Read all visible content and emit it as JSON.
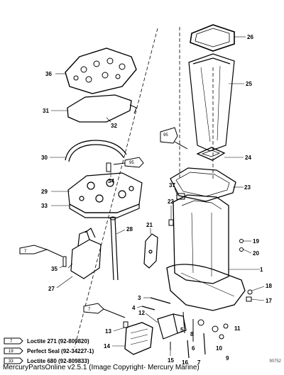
{
  "callouts": [
    "1",
    "3",
    "4",
    "5",
    "6",
    "7",
    "8",
    "9",
    "10",
    "11",
    "12",
    "13",
    "14",
    "15",
    "16",
    "17",
    "18",
    "19",
    "20",
    "21",
    "22",
    "23",
    "24",
    "25",
    "26",
    "27",
    "28",
    "29",
    "30",
    "31",
    "32",
    "33",
    "34",
    "35",
    "36",
    "37"
  ],
  "tube_labels": [
    "7",
    "95",
    "95",
    "7",
    "19"
  ],
  "legend": [
    {
      "code": "7",
      "text": "Loctite 271 (92-809820)"
    },
    {
      "code": "19",
      "text": "Perfect Seal (92-34227-1)"
    },
    {
      "code": "33",
      "text": "Loctite 680 (92-809833)"
    }
  ],
  "footer_text": "MercuryPartsOnline v2.5.1 (Image Copyright- Mercury Marine)",
  "corner_code": "90752"
}
